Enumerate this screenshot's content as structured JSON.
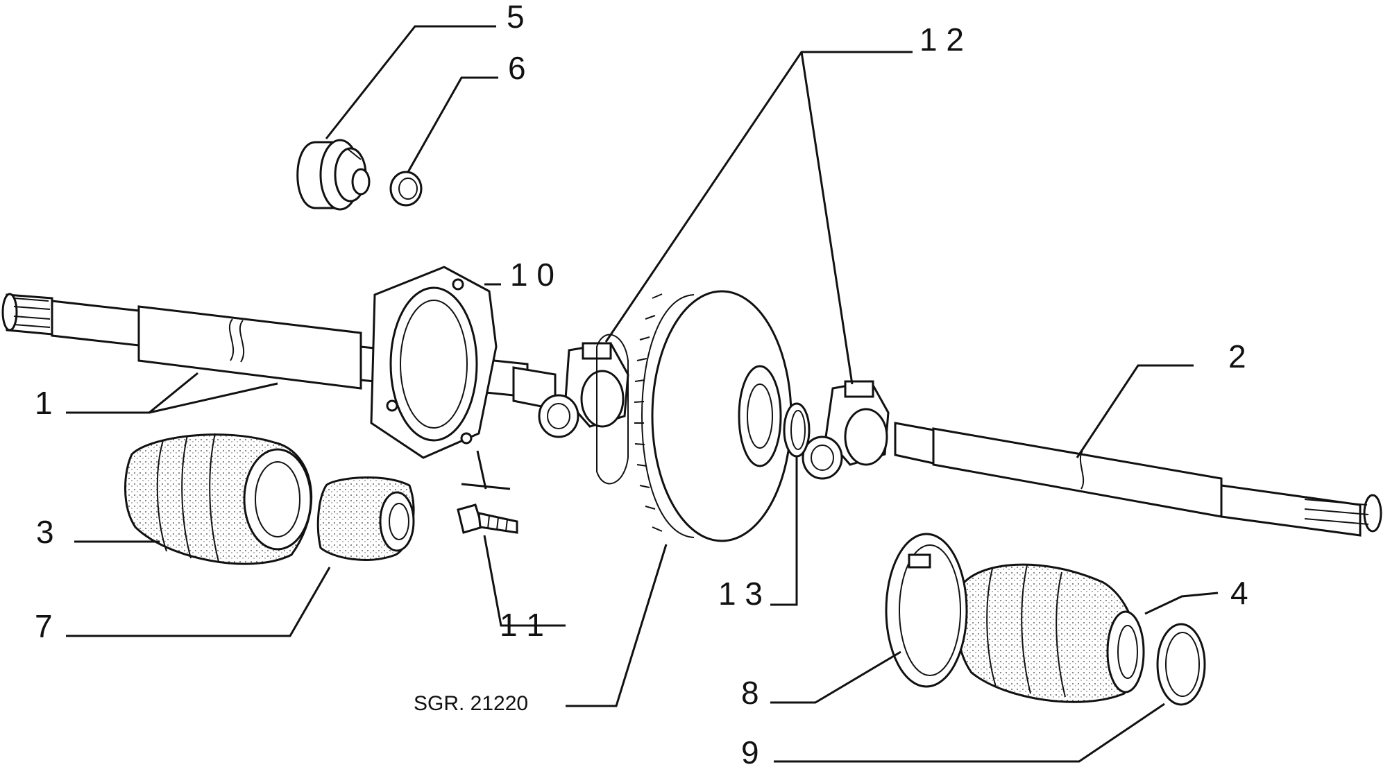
{
  "reference": "SGR. 21220",
  "callouts": {
    "c1": "1",
    "c2": "2",
    "c3": "3",
    "c4": "4",
    "c5": "5",
    "c6": "6",
    "c7": "7",
    "c8": "8",
    "c9": "9",
    "c10": "1 0",
    "c11": "1 1",
    "c12": "1 2",
    "c13": "1 3"
  }
}
